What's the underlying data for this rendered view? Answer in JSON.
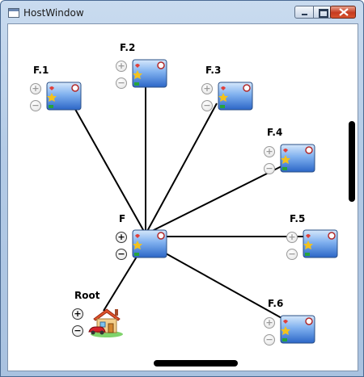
{
  "window": {
    "title": "HostWindow"
  },
  "nodes": [
    {
      "id": "f1",
      "label": "F.1",
      "plus": "+",
      "minus": "−"
    },
    {
      "id": "f2",
      "label": "F.2",
      "plus": "+",
      "minus": "−"
    },
    {
      "id": "f3",
      "label": "F.3",
      "plus": "+",
      "minus": "−"
    },
    {
      "id": "f4",
      "label": "F.4",
      "plus": "+",
      "minus": "−"
    },
    {
      "id": "f5",
      "label": "F.5",
      "plus": "+",
      "minus": "−"
    },
    {
      "id": "f6",
      "label": "F.6",
      "plus": "+",
      "minus": "−"
    },
    {
      "id": "f",
      "label": "F",
      "plus": "+",
      "minus": "−"
    },
    {
      "id": "root",
      "label": "Root",
      "plus": "+",
      "minus": "−"
    }
  ],
  "colors": {
    "tile_blue": "#3a78d8",
    "tile_light": "#9cc6f3",
    "edge": "#000000"
  }
}
